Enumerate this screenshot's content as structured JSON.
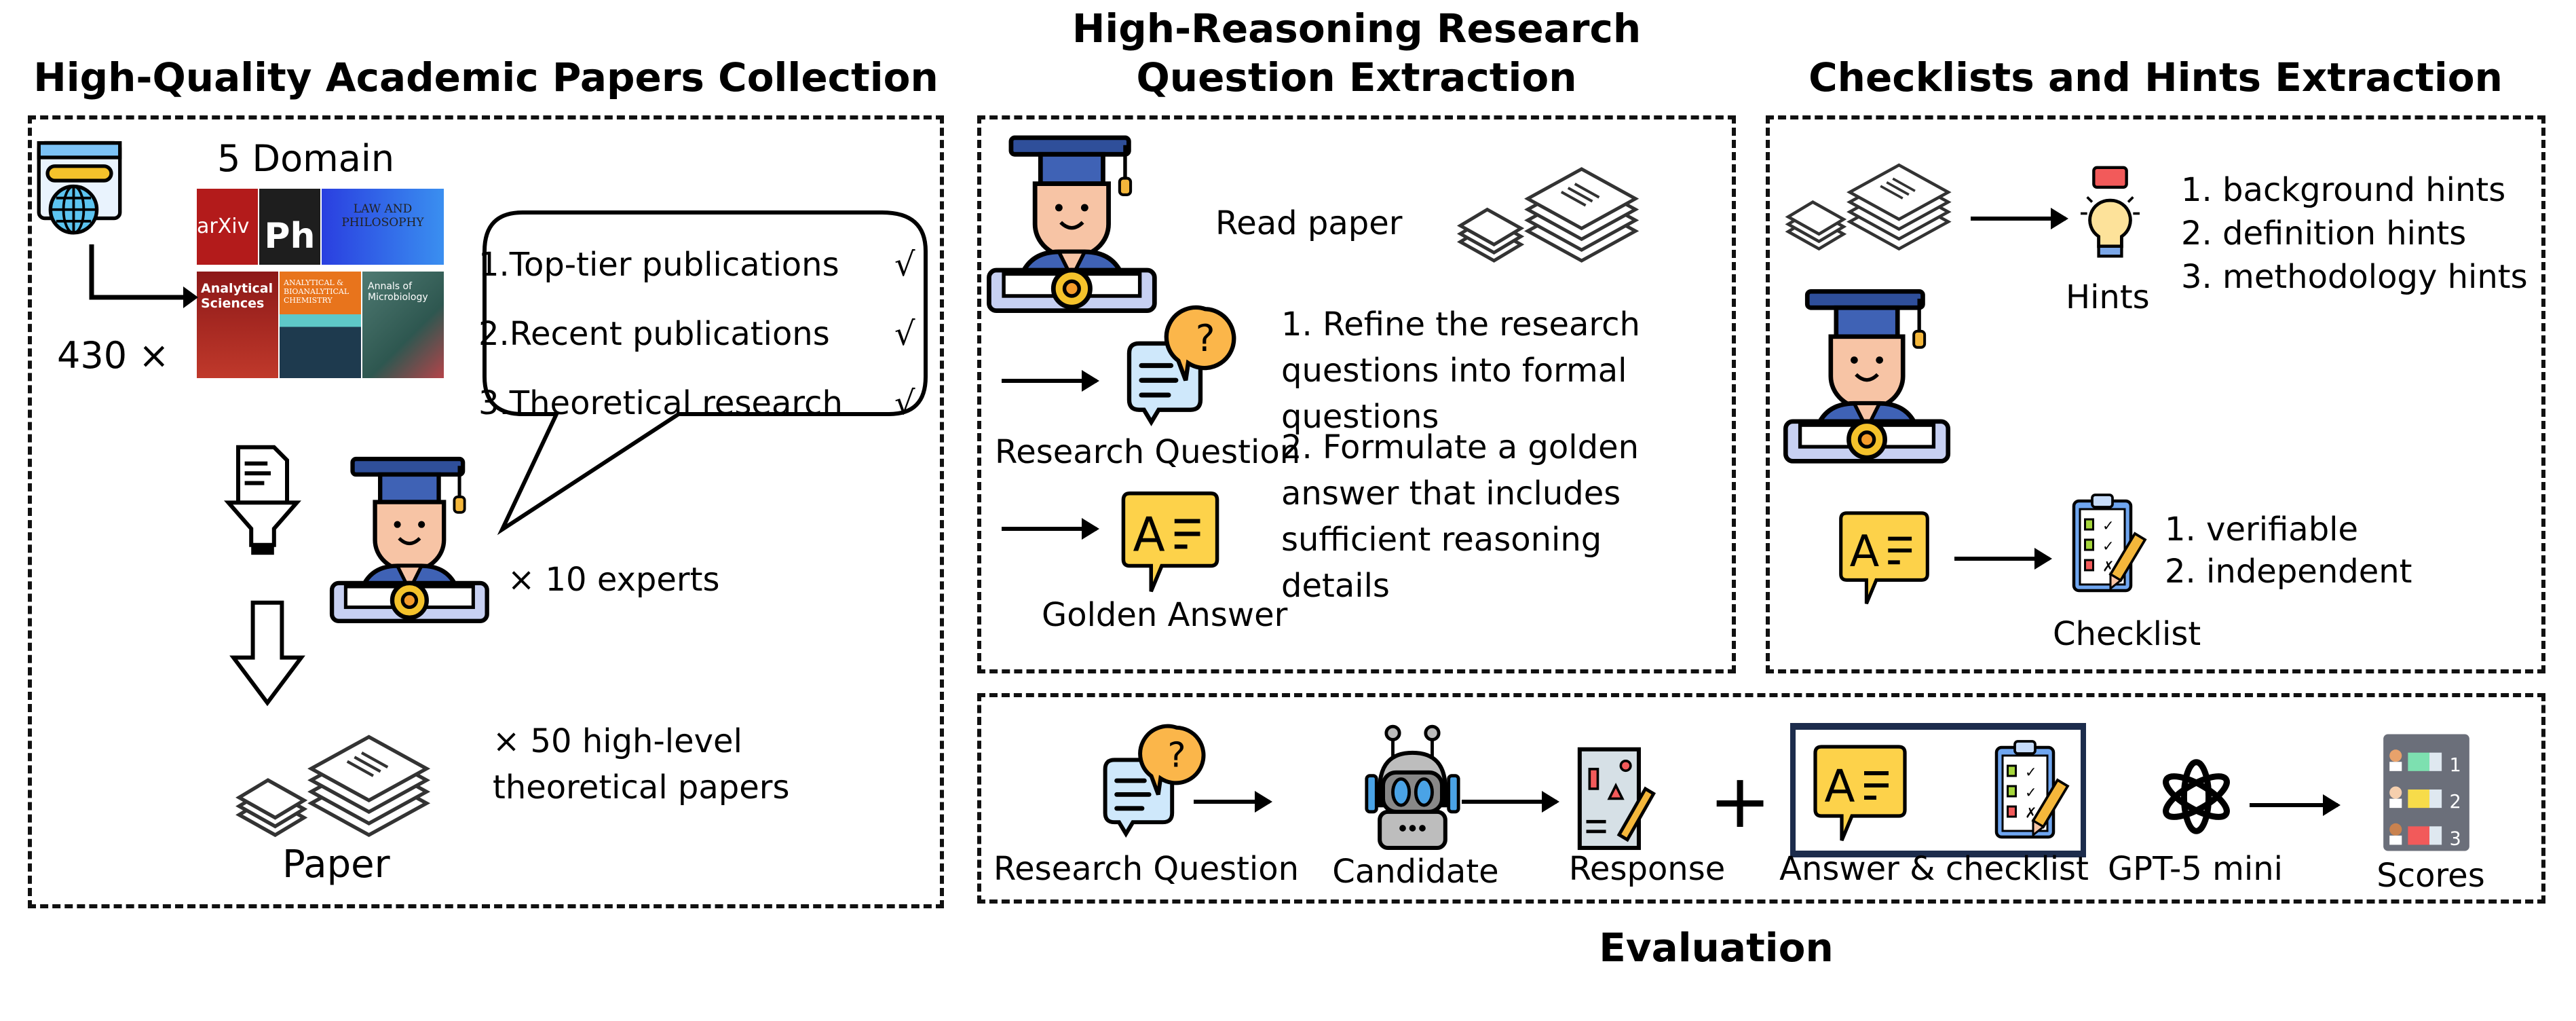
{
  "sections": {
    "collection": {
      "title": "High-Quality Academic Papers Collection",
      "domain_label": "5 Domain",
      "count_label": "430 ×",
      "journal_covers": [
        "arXiv",
        "Ph",
        "LAW AND PHILOSOPHY",
        "Analytical Sciences",
        "ANALYTICAL & BIOANALYTICAL CHEMISTRY",
        "Annals of Microbiology"
      ],
      "criteria": [
        "1.Top-tier publications",
        "2.Recent publications",
        "3.Theoretical research"
      ],
      "check_mark": "√",
      "experts_label": "× 10 experts",
      "papers_count_lines": [
        "× 50 high-level",
        "theoretical papers"
      ],
      "paper_label": "Paper"
    },
    "extraction": {
      "title_lines": [
        "High-Reasoning Research",
        "Question Extraction"
      ],
      "read_paper": "Read paper",
      "research_question": "Research Question",
      "golden_answer": "Golden Answer",
      "step1_lines": [
        "1. Refine the research",
        "questions into formal",
        "questions"
      ],
      "step2_lines": [
        "2. Formulate a golden",
        "answer that includes",
        "sufficient reasoning",
        "details"
      ]
    },
    "checklists": {
      "title": "Checklists and Hints Extraction",
      "hints_label": "Hints",
      "hints": [
        "1. background hints",
        "2. definition hints",
        "3. methodology hints"
      ],
      "checklist_label": "Checklist",
      "checklist_props": [
        "1. verifiable",
        "2. independent"
      ]
    },
    "evaluation": {
      "title": "Evaluation",
      "steps": [
        "Research Question",
        "Candidate",
        "Response",
        "Answer & checklist",
        "GPT-5 mini",
        "Scores"
      ],
      "plus": "+",
      "ranks": [
        "1",
        "2",
        "3"
      ]
    }
  },
  "colors": {
    "cap_navy": "#2f4f9a",
    "skin": "#f7c4a5",
    "answer_yellow": "#fdd24a",
    "question_orange": "#fbb64a",
    "chat_blue": "#cfe8fb",
    "arxiv_red": "#b31b1b"
  }
}
